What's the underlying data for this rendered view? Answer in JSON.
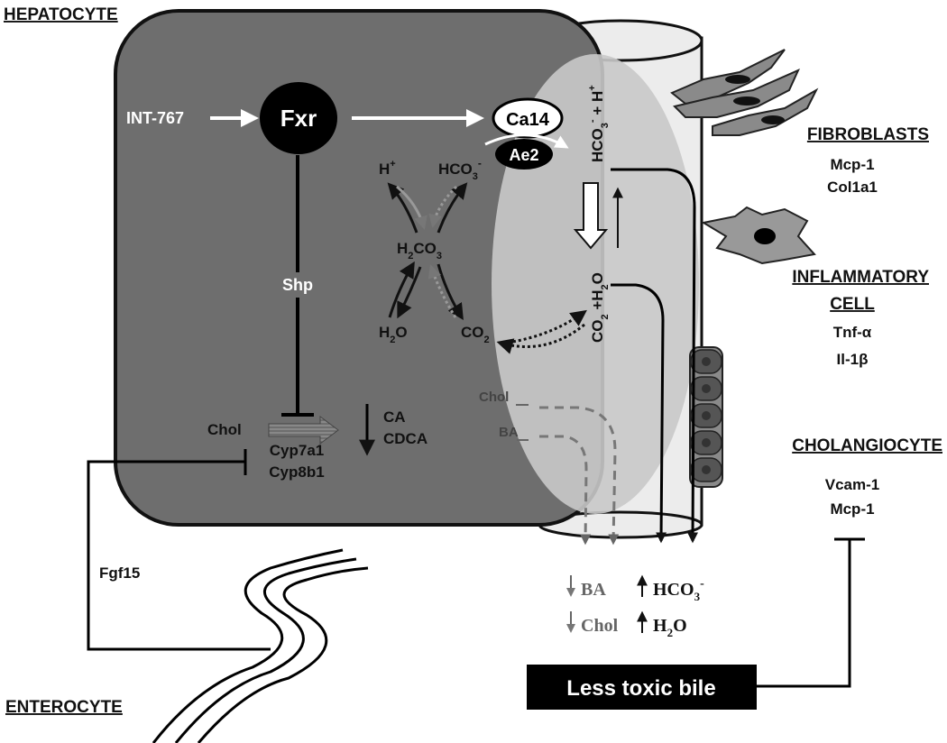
{
  "headings": {
    "hepatocyte": "HEPATOCYTE",
    "fibroblasts": "FIBROBLASTS",
    "inflammatory_1": "INFLAMMATORY",
    "inflammatory_2": "CELL",
    "cholangiocyte": "CHOLANGIOCYTE",
    "enterocyte": "ENTEROCYTE"
  },
  "hepatocyte": {
    "drug": "INT-767",
    "receptor": "Fxr",
    "shp": "Shp",
    "chol": "Chol",
    "cyp7a1": "Cyp7a1",
    "cyp8b1": "Cyp8b1",
    "ca": "CA",
    "cdca": "CDCA",
    "ca14": "Ca14",
    "ae2": "Ae2",
    "h_plus": "H",
    "h_plus_sup": "+",
    "hco3": "HCO",
    "hco3_sub": "3",
    "hco3_sup": "-",
    "h2co3_a": "H",
    "h2co3_sub1": "2",
    "h2co3_b": "CO",
    "h2co3_sub2": "3",
    "h2o_a": "H",
    "h2o_sub": "2",
    "h2o_b": "O",
    "co2_a": "CO",
    "co2_sub": "2"
  },
  "canaliculus": {
    "hco3_h_main": "HCO",
    "hco3_h_sub": "3",
    "hco3_h_sup": "-",
    "hco3_h_rest": " + H",
    "hco3_h_sup2": "+",
    "co2_h2o_a": "CO",
    "co2_h2o_sub": "2",
    "co2_h2o_b": " +H",
    "co2_h2o_sub2": "2",
    "co2_h2o_c": "O",
    "chol": "Chol",
    "ba": "BA"
  },
  "outcomes": {
    "ba": "BA",
    "chol": "Chol",
    "hco3": "HCO",
    "hco3_sub": "3",
    "hco3_sup": "-",
    "h2o_a": "H",
    "h2o_sub": "2",
    "h2o_b": "O"
  },
  "fibroblasts": {
    "markers": [
      "Mcp-1",
      "Col1a1"
    ]
  },
  "inflammatory": {
    "markers": [
      "Tnf-α",
      "Il-1β"
    ]
  },
  "cholangiocyte": {
    "markers": [
      "Vcam-1",
      "Mcp-1"
    ]
  },
  "enterocyte_signal": "Fgf15",
  "bile_box": "Less toxic bile",
  "colors": {
    "hepatocyte_fill": "#6e6e6e",
    "duct_fill": "#ececec",
    "canal_fill": "#c8c8c8",
    "bile_box": "#000000"
  }
}
